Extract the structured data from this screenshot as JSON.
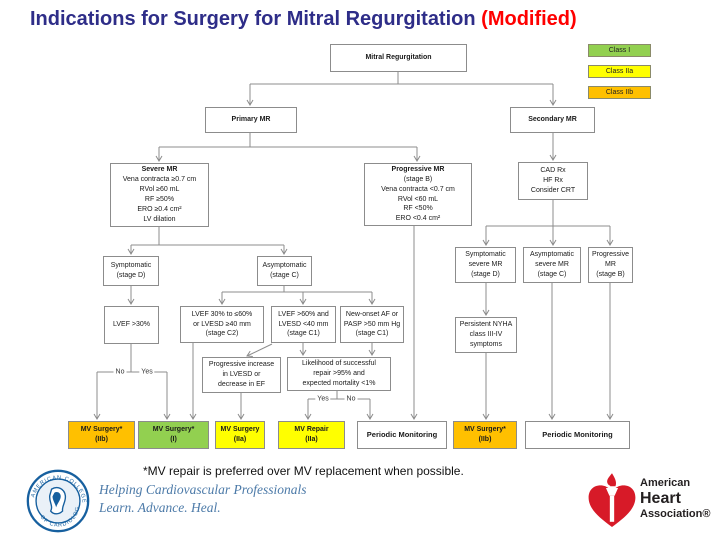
{
  "title": {
    "main": "Indications for Surgery for Mitral Regurgitation ",
    "suffix": "(Modified)"
  },
  "colors": {
    "title_blue": "#2e2d88",
    "modified_red": "#ff0000",
    "class_i_green": "#92d050",
    "class_iia_yellow": "#ffff00",
    "class_iib_orange": "#ffc000",
    "connector_gray": "#8c8c8c",
    "acc_blue": "#17609f",
    "aha_red": "#d71a28"
  },
  "legend": [
    {
      "label": "Class I"
    },
    {
      "label": "Class IIa"
    },
    {
      "label": "Class IIb"
    }
  ],
  "nodes": {
    "mitral_regurgitation": [
      "Mitral Regurgitation"
    ],
    "primary_mr": [
      "Primary MR"
    ],
    "secondary_mr": [
      "Secondary MR"
    ],
    "severe_mr": [
      "Severe MR",
      "Vena contracta ≥0.7 cm",
      "RVol ≥60 mL",
      "RF ≥50%",
      "ERO ≥0.4 cm²",
      "LV dilation"
    ],
    "progressive_mr_b": [
      "Progressive MR",
      "(stage B)",
      "Vena contracta <0.7 cm",
      "RVol <60 mL",
      "RF <50%",
      "ERO <0.4 cm²"
    ],
    "cad_rx": [
      "CAD Rx",
      "HF Rx",
      "Consider CRT"
    ],
    "symptomatic_d": [
      "Symptomatic",
      "(stage D)"
    ],
    "asymptomatic_c": [
      "Asymptomatic",
      "(stage C)"
    ],
    "lvef_gt30": [
      "LVEF >30%"
    ],
    "stage_c2": [
      "LVEF 30% to ≤60%",
      "or LVESD ≥40 mm",
      "(stage C2)"
    ],
    "stage_c1_echo": [
      "LVEF >60% and",
      "LVESD <40 mm",
      "(stage C1)"
    ],
    "stage_c1_af": [
      "New-onset AF or",
      "PASP >50 mm Hg",
      "(stage C1)"
    ],
    "prog_increase": [
      "Progressive increase",
      "in LVESD or",
      "decrease in EF"
    ],
    "likelihood": [
      "Likelihood of successful",
      "repair >95% and",
      "expected mortality <1%"
    ],
    "sympt_severe": [
      "Symptomatic",
      "severe MR",
      "(stage D)"
    ],
    "asympt_severe": [
      "Asymptomatic",
      "severe MR",
      "(stage C)"
    ],
    "prog_b_right": [
      "Progressive",
      "MR",
      "(stage B)"
    ],
    "nyha": [
      "Persistent NYHA",
      "class III-IV",
      "symptoms"
    ],
    "mv_surgery_iib_left": [
      "MV Surgery*",
      "(IIb)"
    ],
    "mv_surgery_i": [
      "MV Surgery*",
      "(I)"
    ],
    "mv_surgery_iia": [
      "MV Surgery",
      "(IIa)"
    ],
    "mv_repair_iia": [
      "MV Repair",
      "(IIa)"
    ],
    "periodic_monitoring_left": [
      "Periodic Monitoring"
    ],
    "mv_surgery_iib_right": [
      "MV Surgery*",
      "(IIb)"
    ],
    "periodic_monitoring_right": [
      "Periodic Monitoring"
    ]
  },
  "branch_labels": {
    "no1": "No",
    "yes1": "Yes",
    "yes2": "Yes",
    "no2": "No"
  },
  "footnote": "*MV repair is preferred over MV replacement when possible.",
  "footer": {
    "acc_seal_top": "AMERICAN COLLEGE",
    "acc_seal_bottom": "OF CARDIOLOGY",
    "acc_tagline_1": "Helping Cardiovascular Professionals",
    "acc_tagline_2": "Learn. Advance. Heal.",
    "aha_line1": "American",
    "aha_line2": "Heart",
    "aha_line3": "Association®"
  }
}
